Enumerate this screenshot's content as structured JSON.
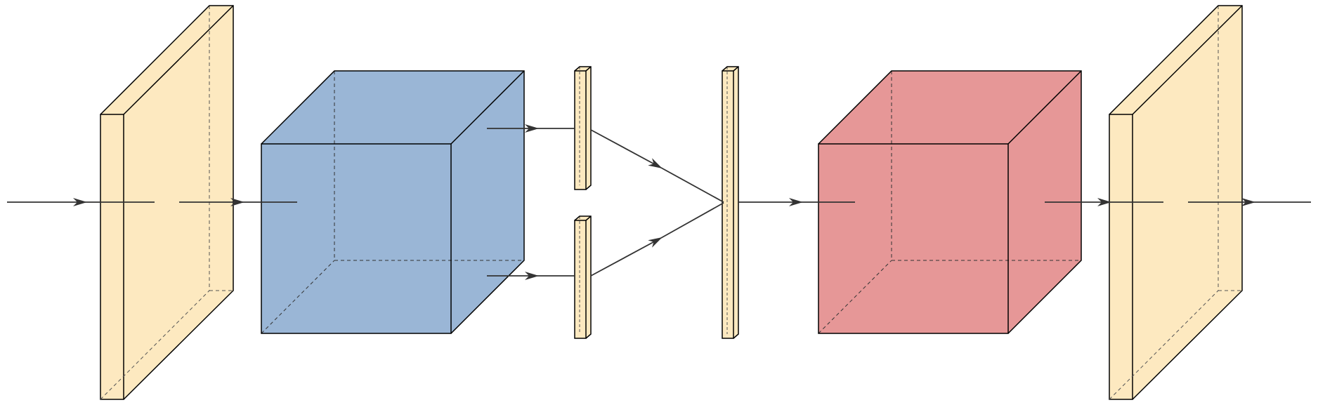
{
  "diagram": {
    "type": "3d-block-network",
    "flow_direction": "left-to-right",
    "colors": {
      "slab_fill": "#fde9c0",
      "encoder_fill": "#9ab6d6",
      "decoder_fill": "#e69797",
      "stroke": "#000000",
      "arrow": "#333333",
      "background": "#ffffff"
    },
    "blocks": [
      {
        "id": "input-slab",
        "shape": "slab",
        "color": "slab_fill"
      },
      {
        "id": "encoder-cube",
        "shape": "cube",
        "color": "encoder_fill"
      },
      {
        "id": "upper-vector",
        "shape": "thin-bar",
        "color": "slab_fill"
      },
      {
        "id": "lower-vector",
        "shape": "thin-bar",
        "color": "slab_fill"
      },
      {
        "id": "latent-vector",
        "shape": "thin-bar",
        "color": "slab_fill"
      },
      {
        "id": "decoder-cube",
        "shape": "cube",
        "color": "decoder_fill"
      },
      {
        "id": "output-slab",
        "shape": "slab",
        "color": "slab_fill"
      }
    ],
    "connections": [
      {
        "from": "input",
        "to": "input-slab"
      },
      {
        "from": "input-slab",
        "to": "encoder-cube"
      },
      {
        "from": "encoder-cube",
        "to": "upper-vector"
      },
      {
        "from": "encoder-cube",
        "to": "lower-vector"
      },
      {
        "from": "upper-vector",
        "to": "latent-vector"
      },
      {
        "from": "lower-vector",
        "to": "latent-vector"
      },
      {
        "from": "latent-vector",
        "to": "decoder-cube"
      },
      {
        "from": "decoder-cube",
        "to": "output-slab"
      },
      {
        "from": "output-slab",
        "to": "output"
      }
    ]
  }
}
